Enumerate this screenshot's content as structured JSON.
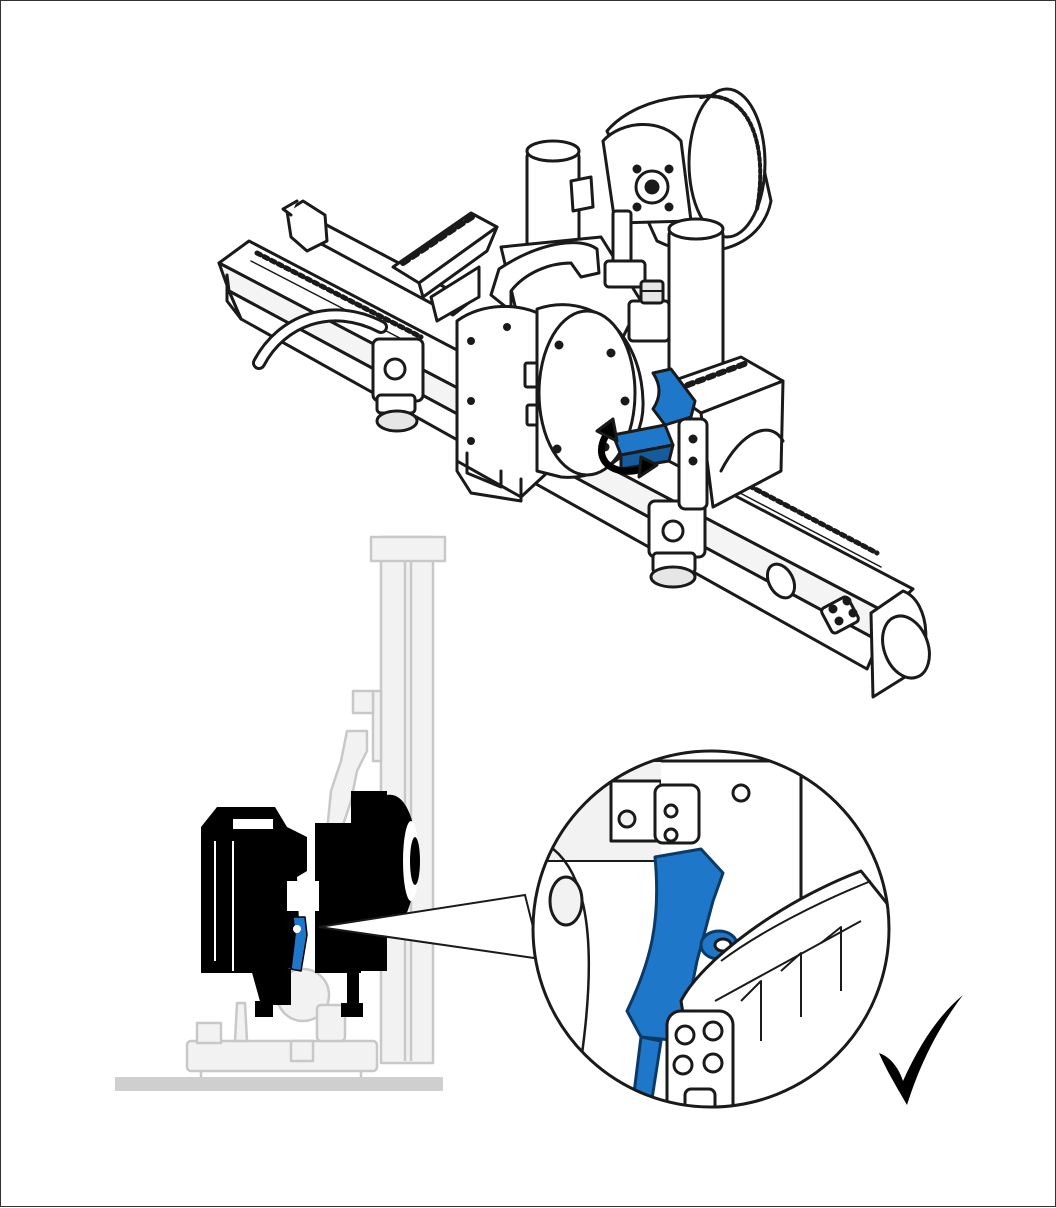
{
  "figure": {
    "colors": {
      "line": "#1a1a1a",
      "fill": "#ffffff",
      "accent": "#1f77c9",
      "ghost": "#c8c8c8",
      "ghost_fill": "#f2f2f2",
      "solid": "#000000",
      "shade": "#e6e6e6",
      "floor": "#cfcfcf"
    },
    "icons": {
      "rotation": "curved-rotation-arrow-icon",
      "confirm": "check-mark-icon",
      "lever": "blue-locking-lever",
      "magnifier": "zoom-detail-circle"
    },
    "status": "correct"
  }
}
